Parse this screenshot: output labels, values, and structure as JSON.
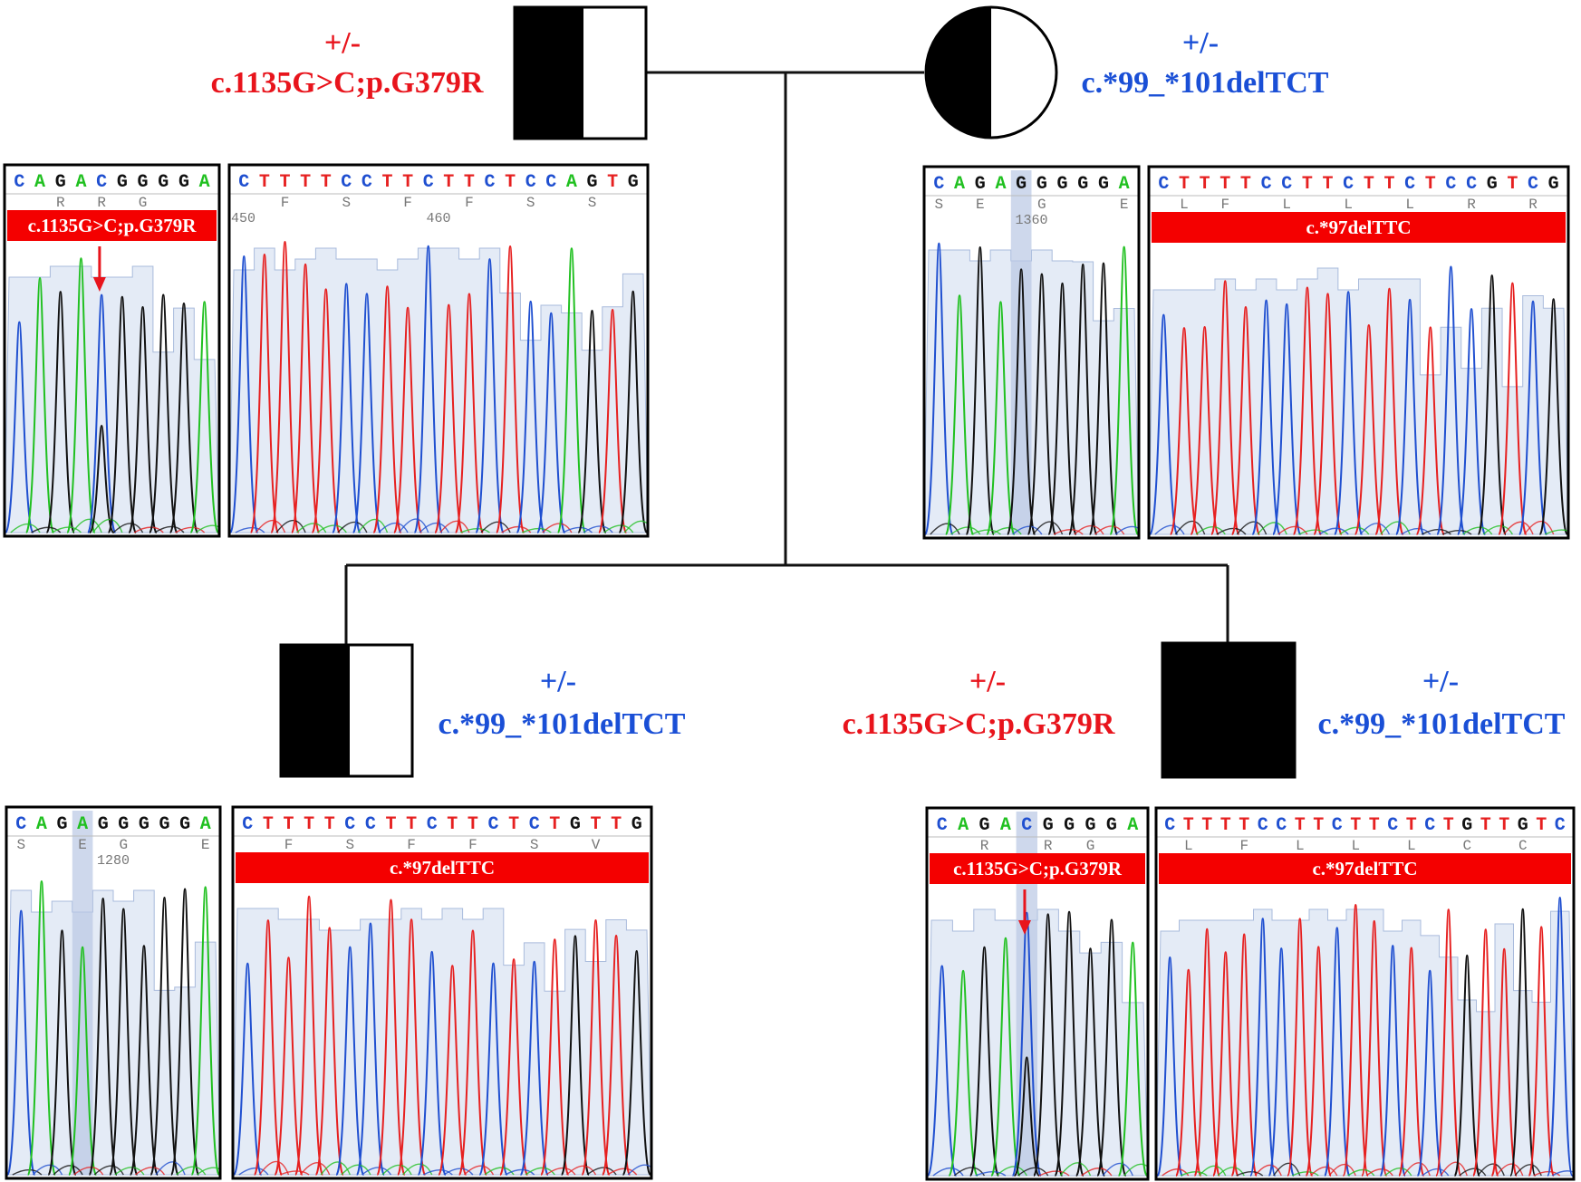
{
  "colors": {
    "paternal_allele": "#e8141c",
    "maternal_allele": "#1a4fd6",
    "base_A": "#20c020",
    "base_C": "#1f4fd0",
    "base_G": "#111111",
    "base_T": "#e62020",
    "label_bar": "#f40000",
    "quality_fill": "#e4ebf6"
  },
  "pedigree": {
    "father": {
      "symbol": "half-filled-square",
      "genotype_label": "+/-",
      "variant_label": "c.1135G>C;p.G379R"
    },
    "mother": {
      "symbol": "half-filled-circle",
      "genotype_label": "+/-",
      "variant_label": "c.*99_*101delTCT"
    },
    "child1": {
      "symbol": "half-filled-square",
      "genotype_label": "+/-",
      "variant_label": "c.*99_*101delTCT"
    },
    "child2": {
      "symbol": "filled-square",
      "paternal": {
        "genotype_label": "+/-",
        "variant_label": "c.1135G>C;p.G379R"
      },
      "maternal": {
        "genotype_label": "+/-",
        "variant_label": "c.*99_*101delTCT"
      }
    }
  },
  "chromatograms": [
    {
      "id": "father-exon",
      "sequence": "CAGACGGGGA",
      "amino_acids": [
        "",
        "",
        "R",
        "",
        "R",
        "",
        "G",
        "",
        "",
        ""
      ],
      "position_label": "",
      "label_bar": "c.1135G>C;p.G379R",
      "arrow_icon": "red-down-arrow",
      "highlight_base": -1,
      "heterozygous_base": 4
    },
    {
      "id": "father-utr",
      "sequence": "CTTTTCCTTCTTCTCCAGTG",
      "amino_acids": [
        "",
        "",
        "F",
        "",
        "",
        "S",
        "",
        "",
        "F",
        "",
        "",
        "F",
        "",
        "",
        "S",
        "",
        "",
        "S",
        "",
        ""
      ],
      "position_label": "460",
      "edge_label_left": "450",
      "label_bar": ""
    },
    {
      "id": "mother-exon",
      "sequence": "CAGAGGGGGA",
      "amino_acids": [
        "S",
        "",
        "E",
        "",
        "",
        "G",
        "",
        "",
        "",
        "E"
      ],
      "position_label": "1360",
      "label_bar": "",
      "highlight_base": 4
    },
    {
      "id": "mother-utr",
      "sequence": "CTTTTCCTTCTTCTCCGTCG",
      "amino_acids": [
        "",
        "L",
        "",
        "F",
        "",
        "",
        "L",
        "",
        "",
        "L",
        "",
        "",
        "L",
        "",
        "",
        "R",
        "",
        "",
        "R",
        ""
      ],
      "position_label": "",
      "label_bar": "c.*97delTTC"
    },
    {
      "id": "child1-exon",
      "sequence": "CAGAGGGGGA",
      "amino_acids": [
        "S",
        "",
        "",
        "E",
        "",
        "G",
        "",
        "",
        "",
        "E"
      ],
      "position_label": "1280",
      "label_bar": "",
      "highlight_base": 3
    },
    {
      "id": "child1-utr",
      "sequence": "CTTTTCCTTCTTCTCTGTTG",
      "amino_acids": [
        "",
        "",
        "F",
        "",
        "",
        "S",
        "",
        "",
        "F",
        "",
        "",
        "F",
        "",
        "",
        "S",
        "",
        "",
        "V",
        "",
        ""
      ],
      "position_label": "",
      "label_bar": "c.*97delTTC"
    },
    {
      "id": "child2-exon",
      "sequence": "CAGACGGGGA",
      "amino_acids": [
        "",
        "",
        "R",
        "",
        "",
        "R",
        "",
        "G",
        "",
        ""
      ],
      "position_label": "",
      "label_bar": "c.1135G>C;p.G379R",
      "arrow_icon": "red-down-arrow",
      "highlight_base": 4,
      "heterozygous_base": 4
    },
    {
      "id": "child2-utr",
      "sequence": "CTTTTCCTTCTTCTCTGTTGTC",
      "amino_acids": [
        "",
        "L",
        "",
        "",
        "F",
        "",
        "",
        "L",
        "",
        "",
        "L",
        "",
        "",
        "L",
        "",
        "",
        "C",
        "",
        "",
        "C",
        "",
        ""
      ],
      "position_label": "",
      "label_bar": "c.*97delTTC"
    }
  ]
}
